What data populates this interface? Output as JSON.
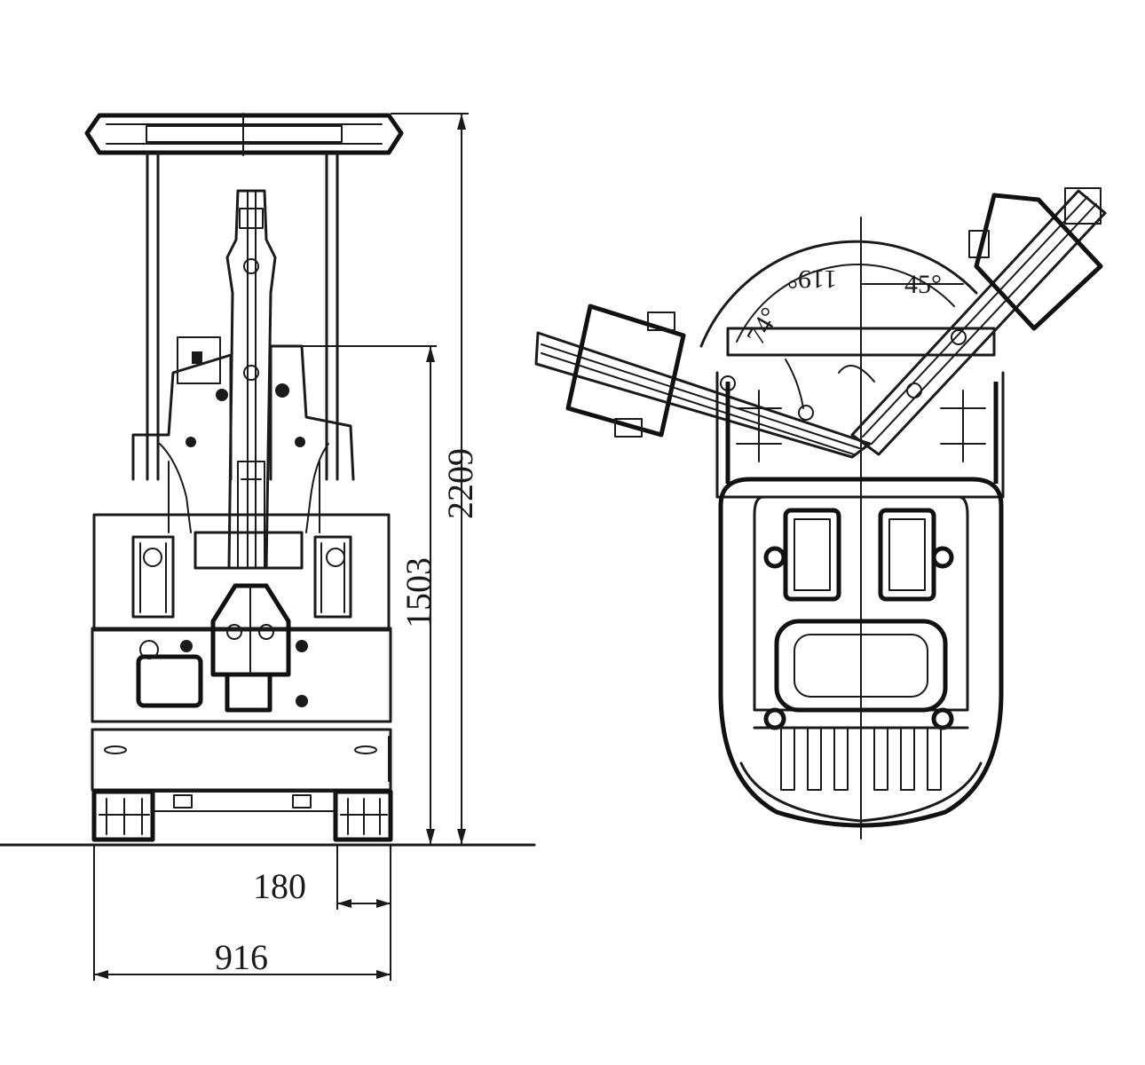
{
  "dimensions": {
    "overall_height": "2209",
    "boom_height": "1503",
    "track_width": "180",
    "overall_width": "916"
  },
  "angles": {
    "left_swing": "74°",
    "boom_arc": "119°",
    "right_swing": "45°"
  }
}
